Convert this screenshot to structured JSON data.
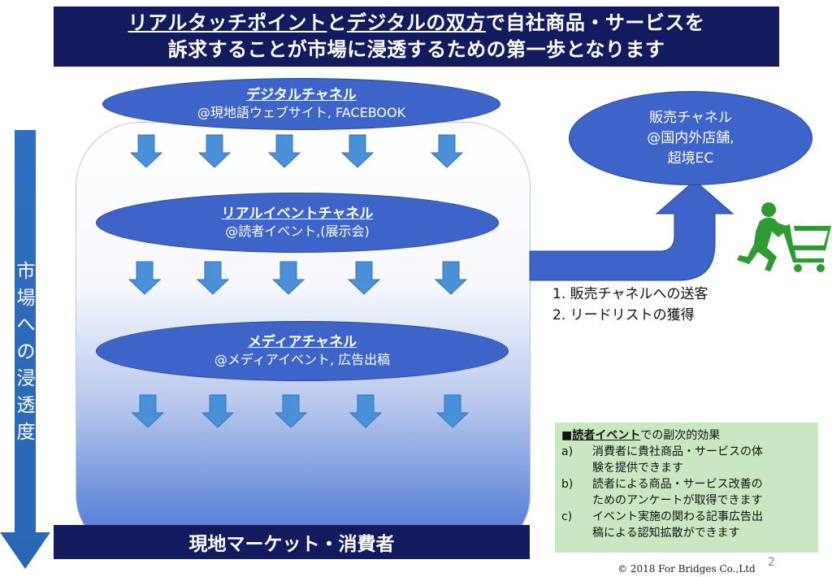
{
  "title": {
    "line1_u1": "リアルタッチポイント",
    "line1_mid": "と",
    "line1_u2": "デジタルの双方",
    "line1_rest": "で自社商品・サービスを",
    "line2": "訴求することが市場に浸透するための第一歩となります"
  },
  "channels": [
    {
      "title": "デジタルチャネル",
      "subtitle": "@現地語ウェブサイト, FACEBOOK"
    },
    {
      "title": "リアルイベントチャネル",
      "subtitle": "@読者イベント,(展示会)"
    },
    {
      "title": "メディアチャネル",
      "subtitle": "@メディアイベント, 広告出稿"
    }
  ],
  "sales_channel": {
    "line1": "販売チャネル",
    "line2": "@国内外店舗,",
    "line3": "超境EC"
  },
  "consumer_label": "現地マーケット・消費者",
  "penetration_label": "市場への浸透度",
  "results": [
    "1. 販売チャネルへの送客",
    "2. リードリストの獲得"
  ],
  "effect_box": {
    "marker": "■",
    "head_bold": "読者イベント",
    "head_rest": "での副次的効果",
    "items": [
      {
        "key": "a)",
        "line1": "消費者に貴社商品・サービスの体",
        "line2": "験を提供できます"
      },
      {
        "key": "b)",
        "line1": "読者による商品・サービス改善の",
        "line2": "ためのアンケートが取得できます"
      },
      {
        "key": "c)",
        "line1": "イベント実施の関わる記事広告出",
        "line2": "稿による認知拡散ができます"
      }
    ]
  },
  "copyright": "© 2018 For Bridges Co.,Ltd",
  "page_number": "2",
  "colors": {
    "navy": "#131a5e",
    "ellipse_blue": "#3e63c9",
    "arrow_blue": "#4a90d9",
    "shopper_green": "#2e9b32",
    "box_green": "#c9e8c1"
  }
}
